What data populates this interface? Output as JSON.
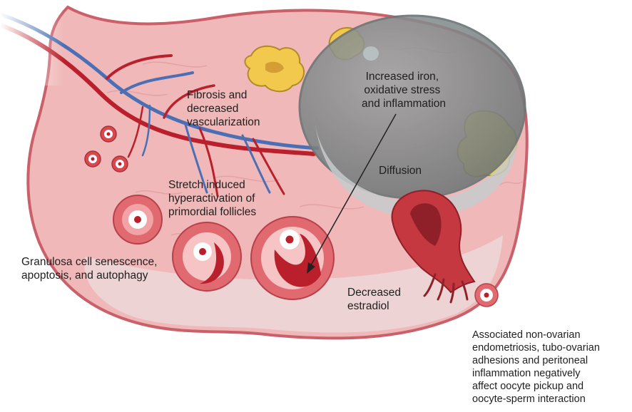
{
  "labels": {
    "fibrosis": [
      "Fibrosis and",
      "decreased",
      "vascularization"
    ],
    "iron": [
      "Increased iron,",
      "oxidative stress",
      "and inflammation"
    ],
    "diffusion": "Diffusion",
    "stretch": [
      "Stretch induced",
      "hyperactivation of",
      "primordial follicles"
    ],
    "granulosa": [
      "Granulosa cell senescence,",
      "apoptosis, and autophagy"
    ],
    "estradiol": [
      "Decreased",
      "estradiol"
    ],
    "associated": [
      "Associated non-ovarian",
      "endometriosis,  tubo-ovarian",
      "adhesions and peritoneal",
      "inflammation negatively",
      "affect oocyte pickup and",
      "oocyte-sperm interaction"
    ]
  },
  "colors": {
    "ovary_fill": "#f0b8b8",
    "ovary_outline": "#c9606a",
    "cortex": "#f5d5d3",
    "medulla": "#ecdcdc",
    "vessel_red": "#b9202c",
    "vessel_blue": "#4a6fb5",
    "endometrioma": "#8d9596",
    "corpus_yellow": "#f2c94c",
    "follicle": "#d9484f"
  }
}
